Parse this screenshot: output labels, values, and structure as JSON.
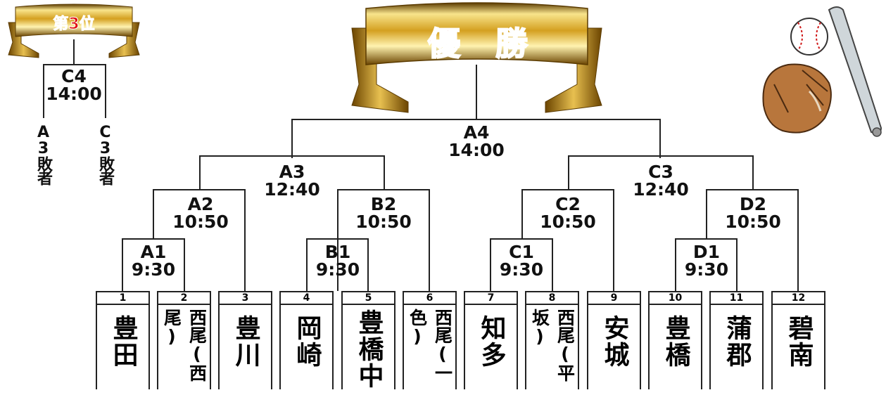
{
  "banners": {
    "champion": "優　勝",
    "third_place": "第3位"
  },
  "matches": {
    "A1": {
      "code": "A1",
      "time": "9:30"
    },
    "A2": {
      "code": "A2",
      "time": "10:50"
    },
    "A3": {
      "code": "A3",
      "time": "12:40"
    },
    "A4": {
      "code": "A4",
      "time": "14:00"
    },
    "B1": {
      "code": "B1",
      "time": "9:30"
    },
    "B2": {
      "code": "B2",
      "time": "10:50"
    },
    "C1": {
      "code": "C1",
      "time": "9:30"
    },
    "C2": {
      "code": "C2",
      "time": "10:50"
    },
    "C3": {
      "code": "C3",
      "time": "12:40"
    },
    "C4": {
      "code": "C4",
      "time": "14:00"
    },
    "D1": {
      "code": "D1",
      "time": "9:30"
    },
    "D2": {
      "code": "D2",
      "time": "10:50"
    }
  },
  "third_place_entrants": [
    "A3敗者",
    "C3敗者"
  ],
  "teams": [
    {
      "num": "1",
      "name": "豊田"
    },
    {
      "num": "2",
      "name": "西尾(西尾)"
    },
    {
      "num": "3",
      "name": "豊川"
    },
    {
      "num": "4",
      "name": "岡崎"
    },
    {
      "num": "5",
      "name": "豊橋中"
    },
    {
      "num": "6",
      "name": "西尾(一色)"
    },
    {
      "num": "7",
      "name": "知多"
    },
    {
      "num": "8",
      "name": "西尾(平坂)"
    },
    {
      "num": "9",
      "name": "安城"
    },
    {
      "num": "10",
      "name": "豊橋"
    },
    {
      "num": "11",
      "name": "蒲郡"
    },
    {
      "num": "12",
      "name": "碧南"
    }
  ],
  "colors": {
    "gold_light": "#f7e08a",
    "gold": "#d9a520",
    "gold_dark": "#7a5200",
    "banner_text": "#e01010",
    "line": "#222222"
  },
  "icons": [
    "baseball-icon",
    "glove-icon",
    "bat-icon"
  ]
}
